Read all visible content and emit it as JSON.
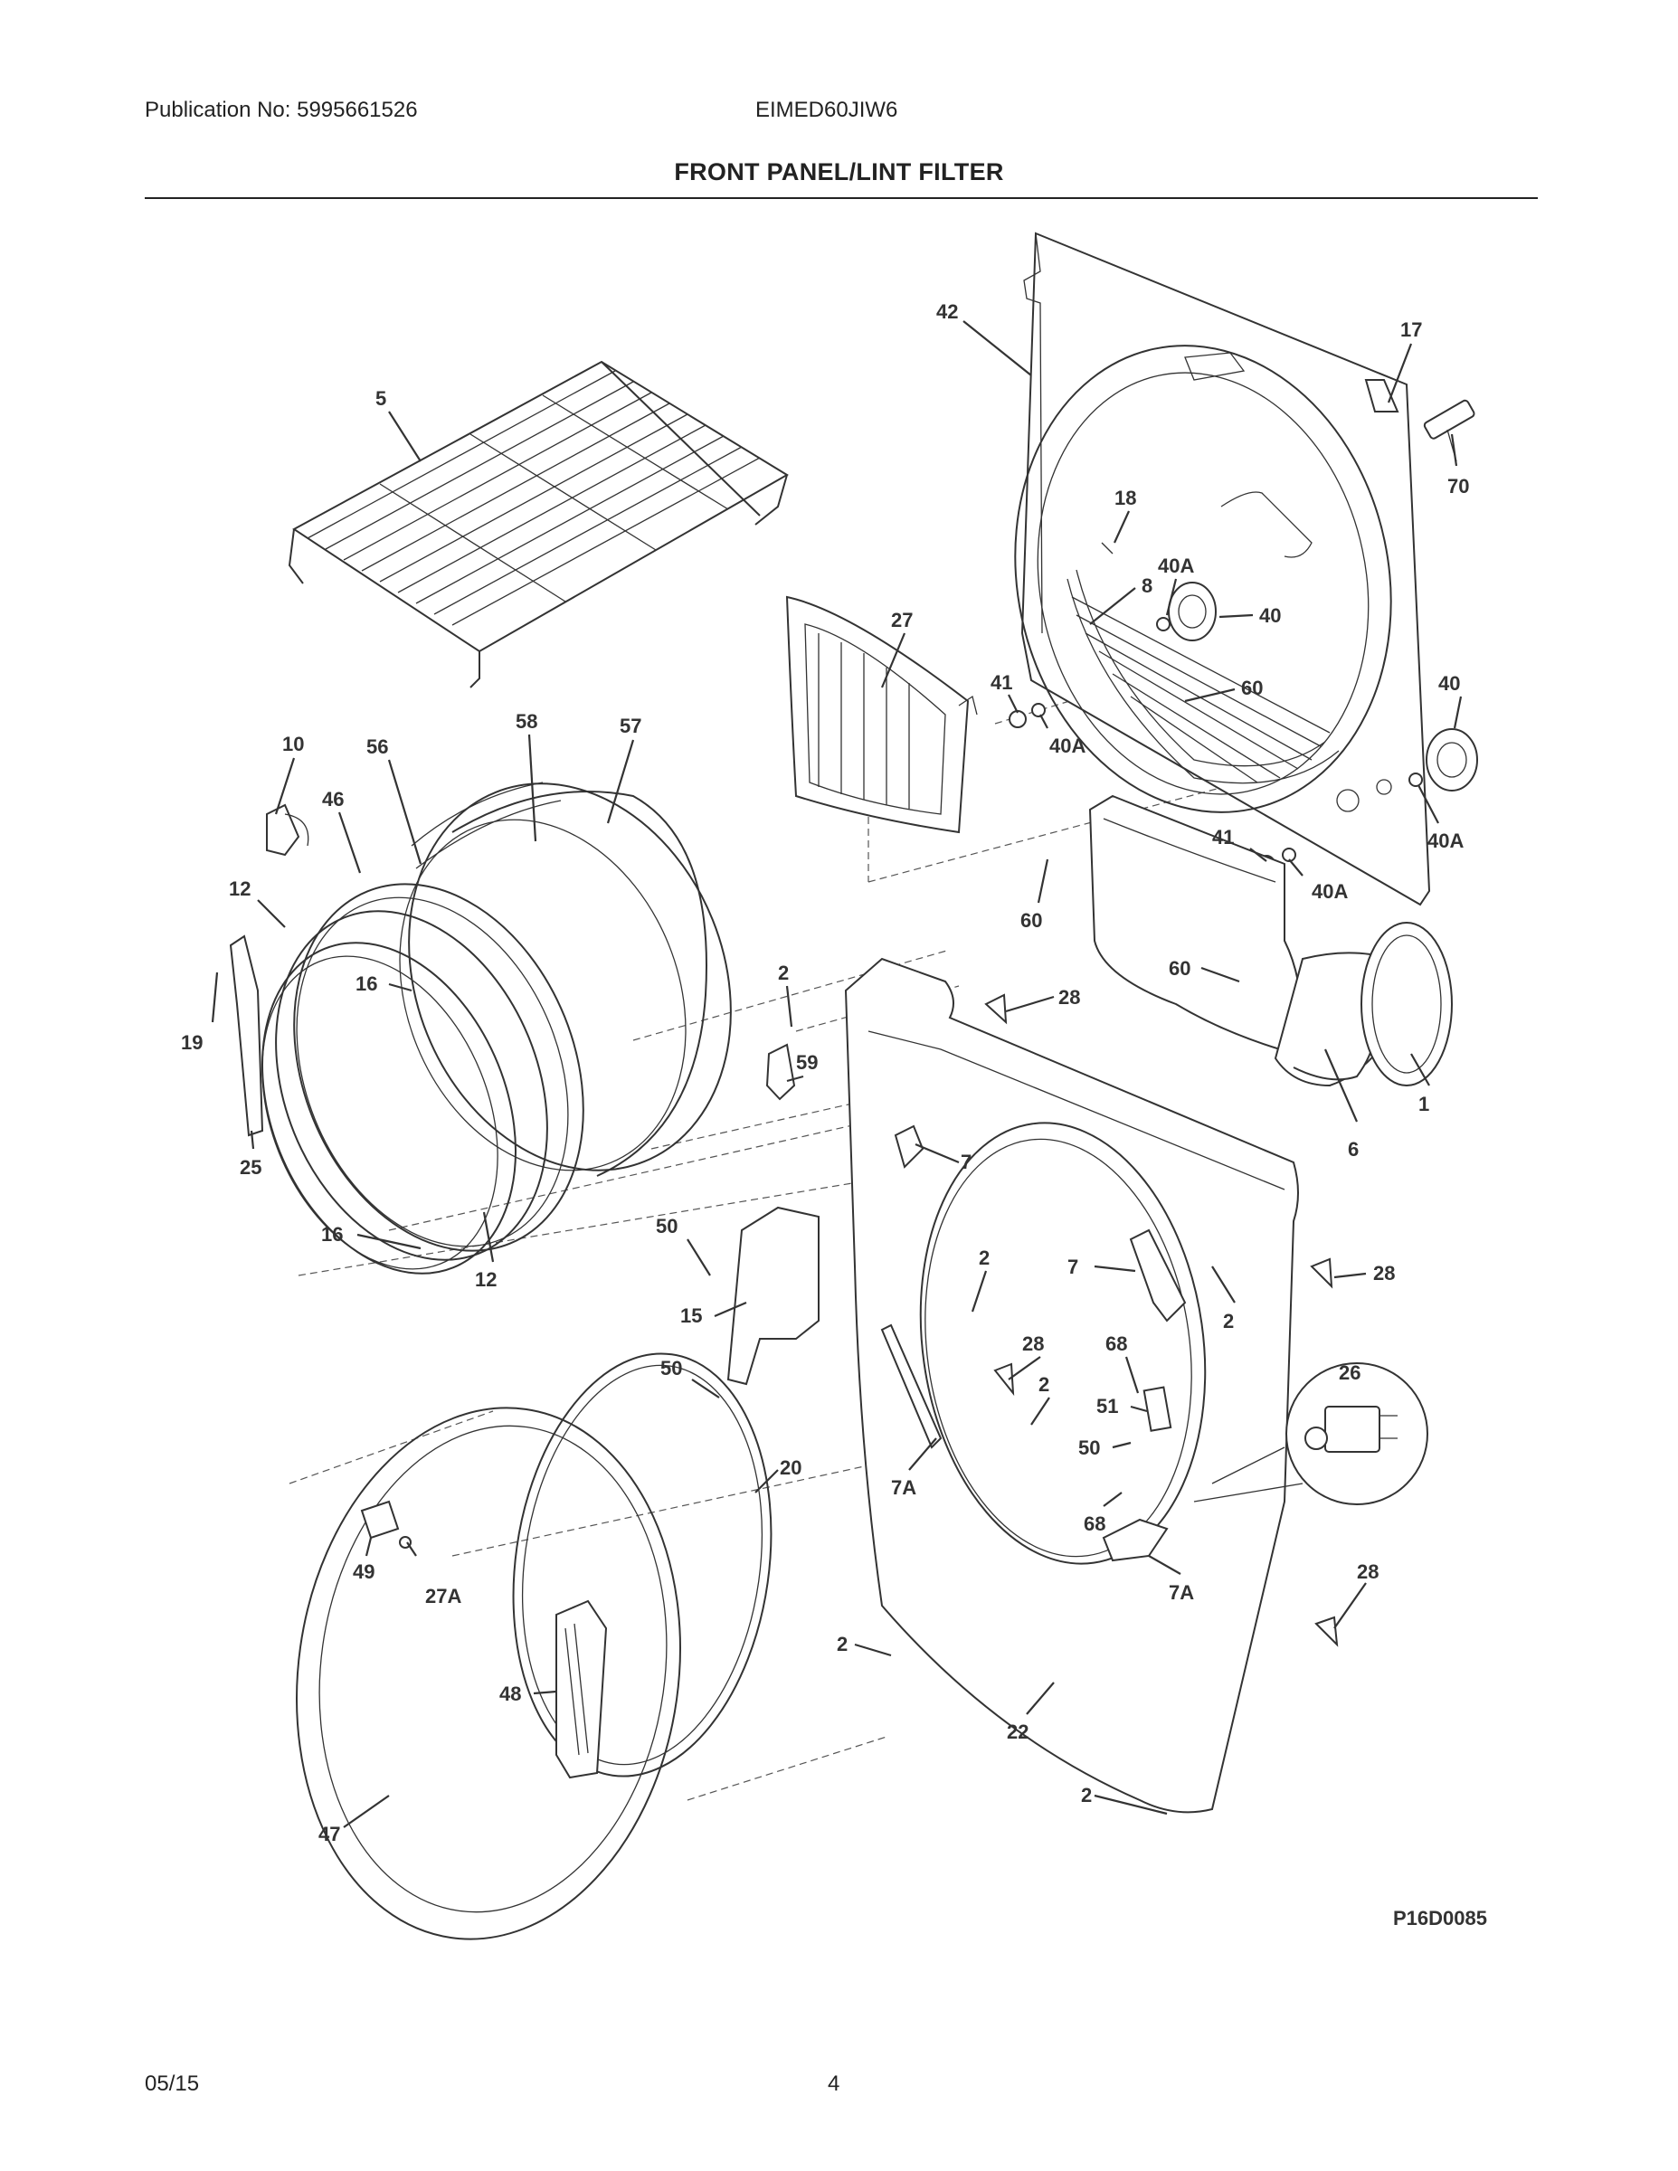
{
  "header": {
    "publication": "Publication No: 5995661526",
    "model": "EIMED60JIW6",
    "title": "FRONT PANEL/LINT FILTER"
  },
  "diagram_id": "P16D0085",
  "footer": {
    "date": "05/15",
    "page": "4"
  },
  "callouts": [
    {
      "id": "c42",
      "label": "42"
    },
    {
      "id": "c17",
      "label": "17"
    },
    {
      "id": "c70",
      "label": "70"
    },
    {
      "id": "c5",
      "label": "5"
    },
    {
      "id": "c18",
      "label": "18"
    },
    {
      "id": "c40A_1",
      "label": "40A"
    },
    {
      "id": "c8",
      "label": "8"
    },
    {
      "id": "c40_1",
      "label": "40"
    },
    {
      "id": "c27",
      "label": "27"
    },
    {
      "id": "c60_1",
      "label": "60"
    },
    {
      "id": "c41_1",
      "label": "41"
    },
    {
      "id": "c40A_2",
      "label": "40A"
    },
    {
      "id": "c40_2",
      "label": "40"
    },
    {
      "id": "c40A_3",
      "label": "40A"
    },
    {
      "id": "c10",
      "label": "10"
    },
    {
      "id": "c58",
      "label": "58"
    },
    {
      "id": "c57",
      "label": "57"
    },
    {
      "id": "c56",
      "label": "56"
    },
    {
      "id": "c46",
      "label": "46"
    },
    {
      "id": "c41_2",
      "label": "41"
    },
    {
      "id": "c40A_4",
      "label": "40A"
    },
    {
      "id": "c12_1",
      "label": "12"
    },
    {
      "id": "c60_2",
      "label": "60"
    },
    {
      "id": "c16_1",
      "label": "16"
    },
    {
      "id": "c60_3",
      "label": "60"
    },
    {
      "id": "c2_1",
      "label": "2"
    },
    {
      "id": "c28_1",
      "label": "28"
    },
    {
      "id": "c19",
      "label": "19"
    },
    {
      "id": "c59",
      "label": "59"
    },
    {
      "id": "c1",
      "label": "1"
    },
    {
      "id": "c7_1",
      "label": "7"
    },
    {
      "id": "c6",
      "label": "6"
    },
    {
      "id": "c25",
      "label": "25"
    },
    {
      "id": "c16_2",
      "label": "16"
    },
    {
      "id": "c50_1",
      "label": "50"
    },
    {
      "id": "c12_2",
      "label": "12"
    },
    {
      "id": "c2_2",
      "label": "2"
    },
    {
      "id": "c7_2",
      "label": "7"
    },
    {
      "id": "c28_2",
      "label": "28"
    },
    {
      "id": "c2_3",
      "label": "2"
    },
    {
      "id": "c15",
      "label": "15"
    },
    {
      "id": "c28_3",
      "label": "28"
    },
    {
      "id": "c68_1",
      "label": "68"
    },
    {
      "id": "c50_2",
      "label": "50"
    },
    {
      "id": "c26",
      "label": "26"
    },
    {
      "id": "c2_4",
      "label": "2"
    },
    {
      "id": "c51",
      "label": "51"
    },
    {
      "id": "c20",
      "label": "20"
    },
    {
      "id": "c50_3",
      "label": "50"
    },
    {
      "id": "c7A_1",
      "label": "7A"
    },
    {
      "id": "c68_2",
      "label": "68"
    },
    {
      "id": "c49",
      "label": "49"
    },
    {
      "id": "c27A",
      "label": "27A"
    },
    {
      "id": "c7A_2",
      "label": "7A"
    },
    {
      "id": "c28_4",
      "label": "28"
    },
    {
      "id": "c2_5",
      "label": "2"
    },
    {
      "id": "c48",
      "label": "48"
    },
    {
      "id": "c22",
      "label": "22"
    },
    {
      "id": "c2_6",
      "label": "2"
    },
    {
      "id": "c47",
      "label": "47"
    }
  ]
}
